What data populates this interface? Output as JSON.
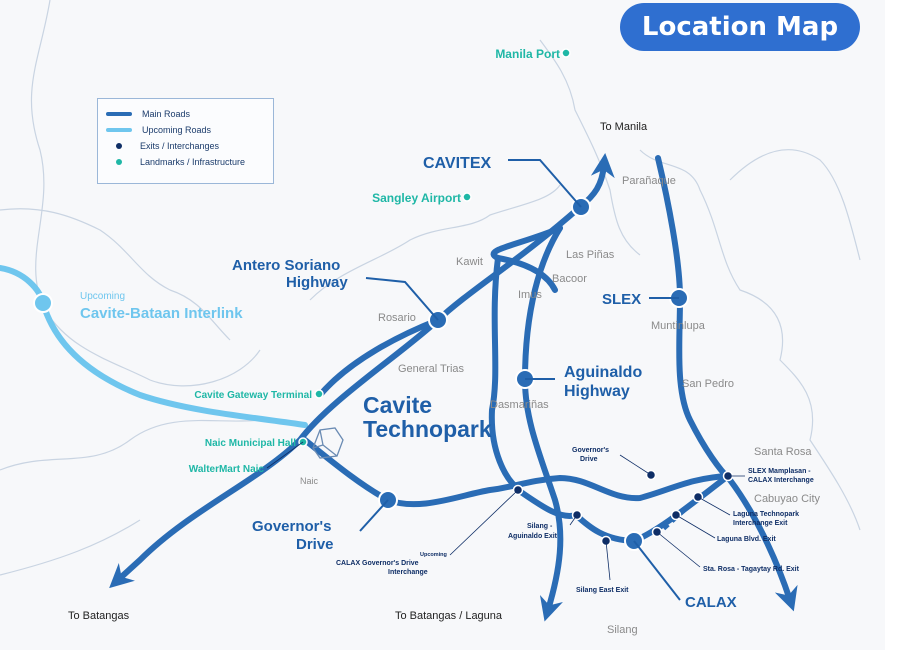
{
  "title": "Location Map",
  "legend": {
    "items": [
      {
        "label": "Main Roads",
        "type": "line",
        "color": "#2a6cb5"
      },
      {
        "label": "Upcoming Roads",
        "type": "line",
        "color": "#6fc6ee"
      },
      {
        "label": "Exits / Interchanges",
        "type": "dot",
        "color": "#0f2e66"
      },
      {
        "label": "Landmarks / Infrastructure",
        "type": "dot",
        "color": "#1fb7a6"
      }
    ]
  },
  "colors": {
    "main_road": "#2a6cb5",
    "upcoming_road": "#6fc6ee",
    "exit": "#0f2e66",
    "landmark": "#1fb7a6",
    "place": "#8a8a8a",
    "title_bg": "#2f6fd0"
  },
  "roads": {
    "cavitex": "CAVITEX",
    "antero1": "Antero Soriano",
    "antero2": "Highway",
    "upcoming": "Upcoming",
    "cbi": "Cavite-Bataan Interlink",
    "aguinaldo1": "Aguinaldo",
    "aguinaldo2": "Highway",
    "slex": "SLEX",
    "governor1": "Governor's",
    "governor2": "Drive",
    "calax": "CALAX",
    "technopark1": "Cavite",
    "technopark2": "Technopark"
  },
  "landmarks": {
    "manila_port": "Manila Port",
    "sangley": "Sangley Airport",
    "gateway": "Cavite Gateway Terminal",
    "naic_hall": "Naic Municipal Hall",
    "waltermart": "WalterMart Naic"
  },
  "places": {
    "paranaque": "Parañaque",
    "las_pinas": "Las Piñas",
    "kawit": "Kawit",
    "bacoor": "Bacoor",
    "imus": "Imus",
    "rosario": "Rosario",
    "muntinlupa": "Muntinlupa",
    "general_trias": "General Trias",
    "san_pedro": "San Pedro",
    "dasmarinas": "Dasmariñas",
    "santa_rosa": "Santa Rosa",
    "cabuyao": "Cabuyao City",
    "naic": "Naic",
    "silang": "Silang"
  },
  "directions": {
    "to_manila": "To Manila",
    "to_batangas": "To Batangas",
    "to_batangas_laguna": "To Batangas / Laguna"
  },
  "exits": {
    "governors_drive_1": "Governor's",
    "governors_drive_2": "Drive",
    "slex_mamplasan_1": "SLEX Mamplasan -",
    "slex_mamplasan_2": "CALAX Interchange",
    "laguna_technopark_1": "Laguna Technopark",
    "laguna_technopark_2": "Interchange Exit",
    "laguna_blvd": "Laguna Blvd. Exit",
    "sta_rosa_tagaytay": "Sta. Rosa - Tagaytay Rd. Exit",
    "silang_aguinaldo_1": "Silang -",
    "silang_aguinaldo_2": "Aguinaldo Exit",
    "calax_gov_upcoming": "Upcoming",
    "calax_gov_1": "CALAX Governor's Drive",
    "calax_gov_2": "Interchange",
    "silang_east": "Silang East Exit"
  }
}
